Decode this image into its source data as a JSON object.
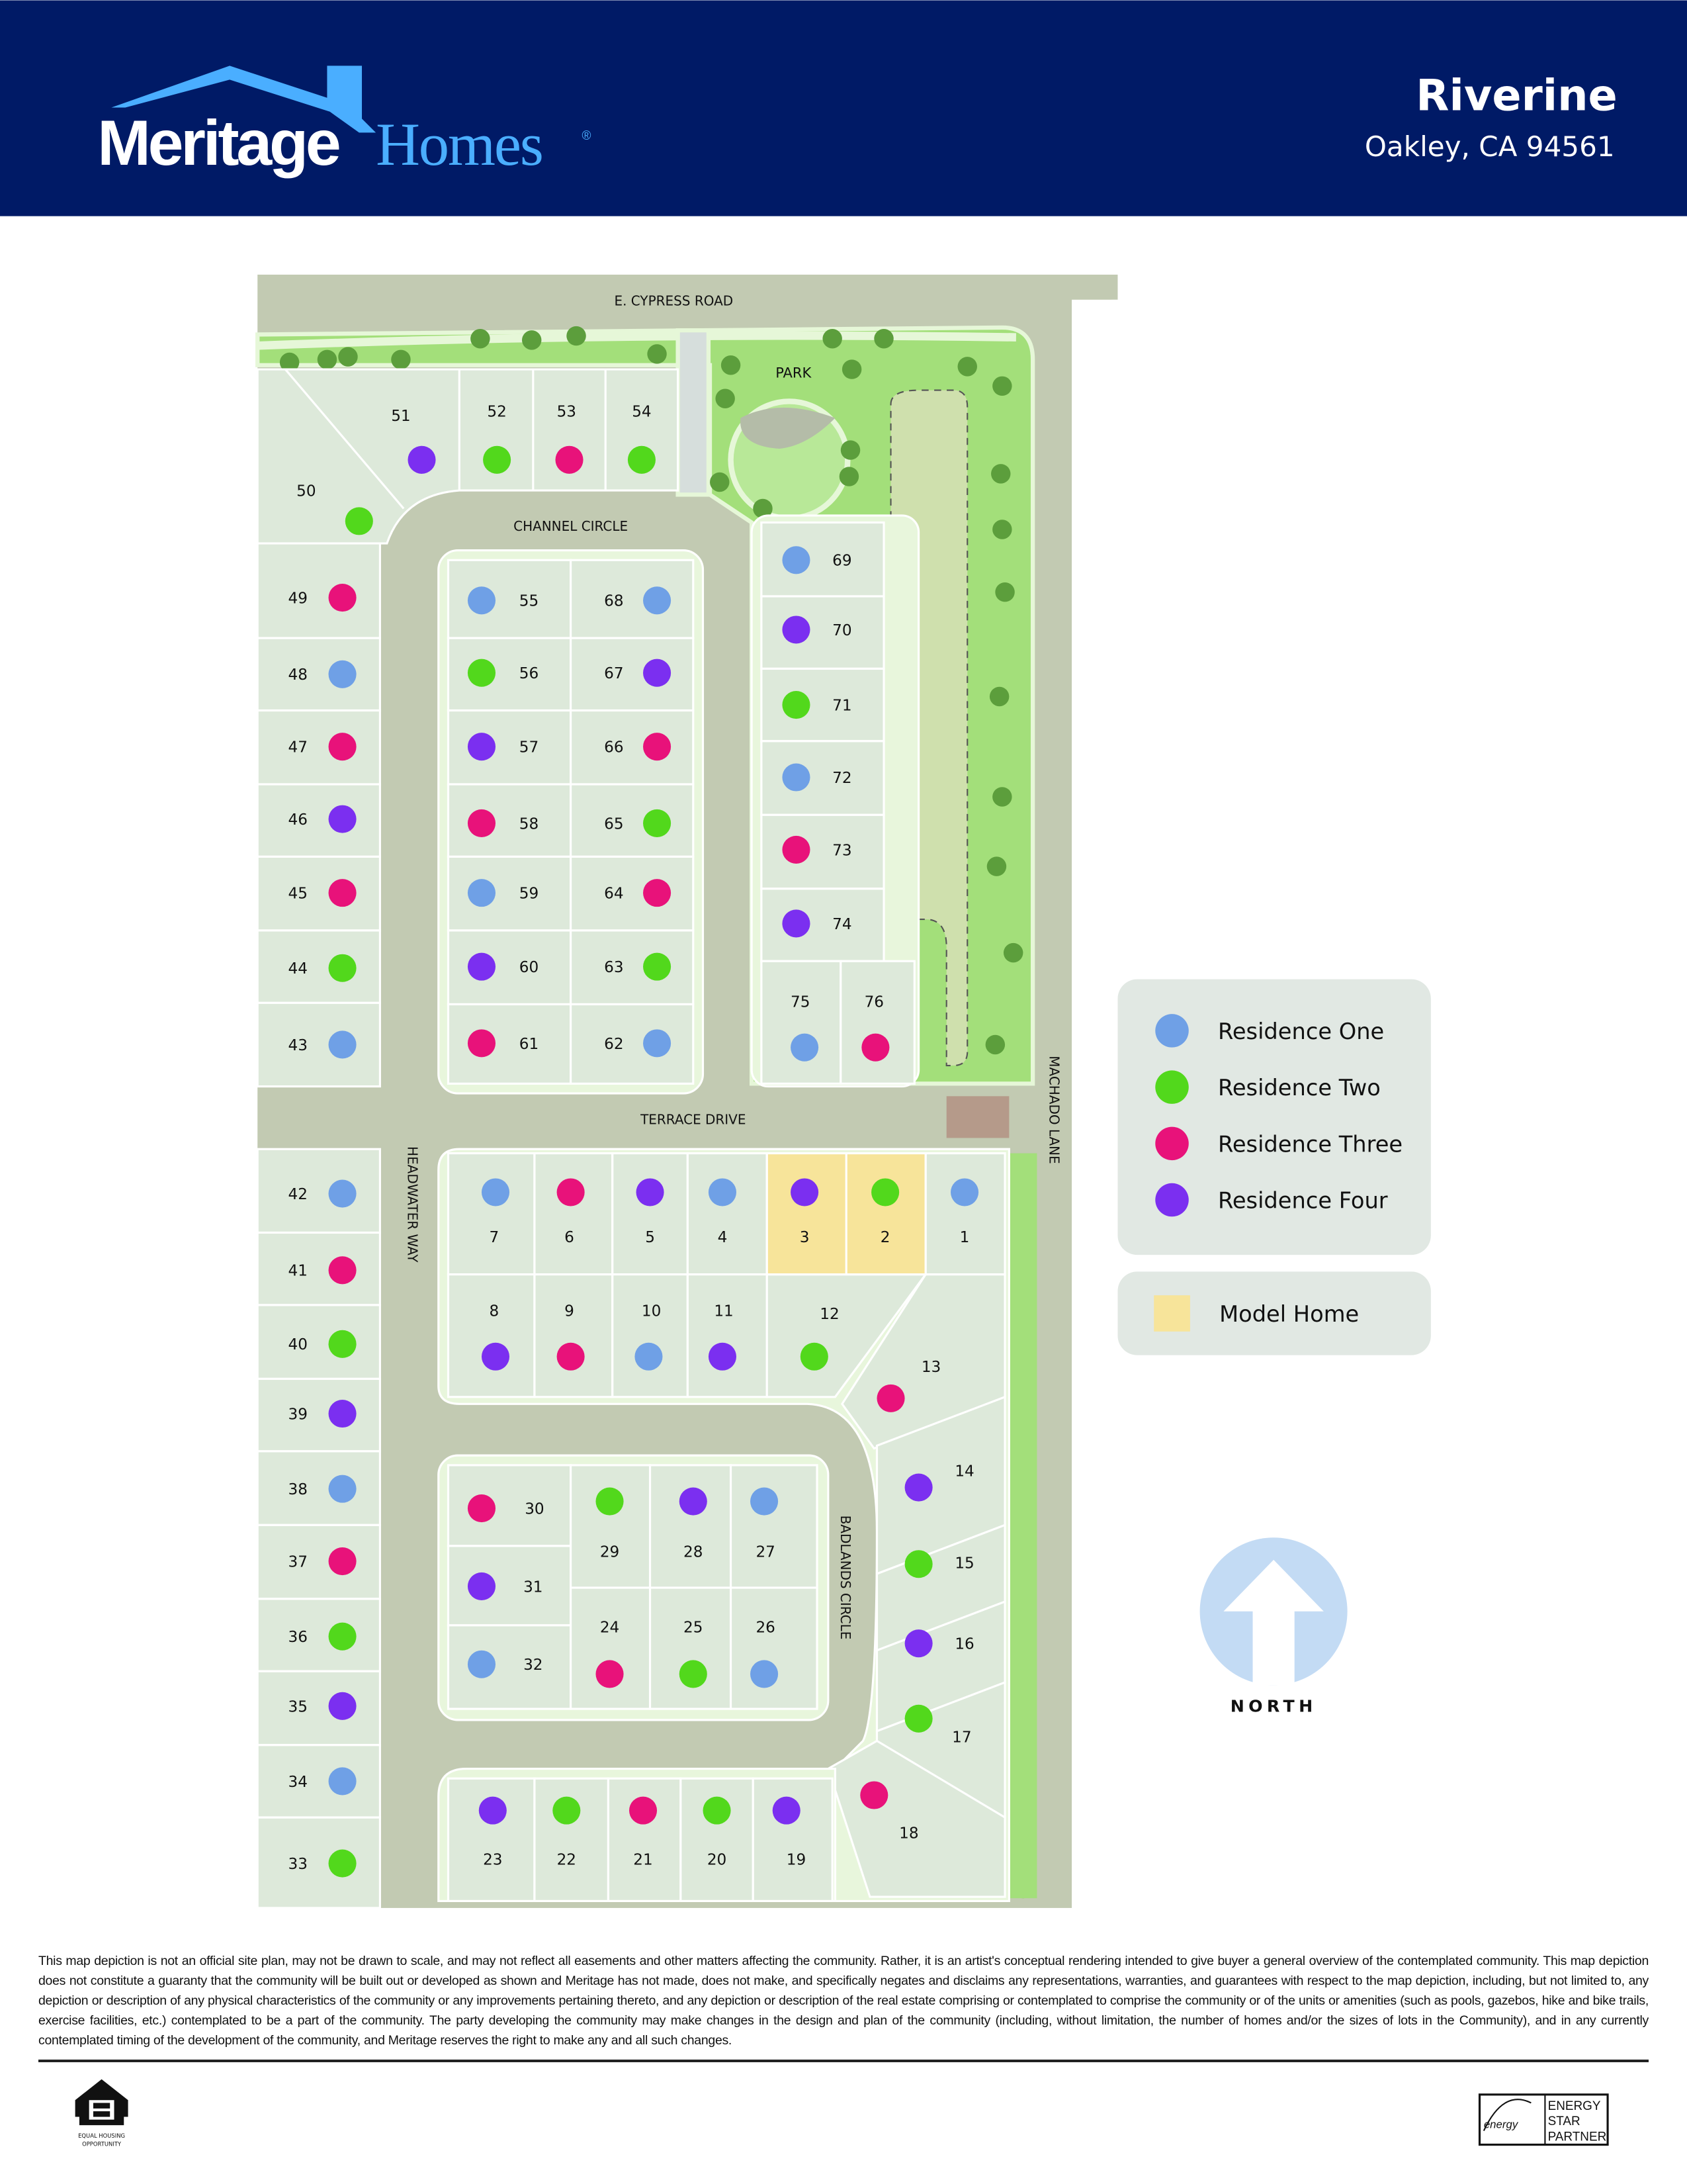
{
  "header": {
    "brand_word1": "Meritage",
    "brand_word2": "Homes",
    "registered_mark": "®",
    "community_name": "Riverine",
    "location": "Oakley, CA 94561"
  },
  "colors": {
    "header_bg": "#001a66",
    "brand_blue": "#4aaeff",
    "residence_one": "#6fa0e6",
    "residence_two": "#52d81c",
    "residence_three": "#e8127a",
    "residence_four": "#7b2ff0",
    "model_home": "#f7e49a",
    "road": "#c2cab2",
    "lot": "#dde9da",
    "park": "#a3df7a"
  },
  "streets": {
    "cypress": "E. CYPRESS ROAD",
    "channel": "CHANNEL CIRCLE",
    "terrace": "TERRACE DRIVE",
    "headwater": "HEADWATER WAY",
    "machado": "MACHADO LANE",
    "badlands": "BADLANDS CIRCLE",
    "park": "PARK"
  },
  "legend": {
    "items": [
      {
        "key": "one",
        "label": "Residence One"
      },
      {
        "key": "two",
        "label": "Residence Two"
      },
      {
        "key": "three",
        "label": "Residence Three"
      },
      {
        "key": "four",
        "label": "Residence Four"
      }
    ],
    "model_label": "Model Home"
  },
  "north_label": "NORTH",
  "lots": [
    {
      "n": "1",
      "type": "one"
    },
    {
      "n": "2",
      "type": "two",
      "model": true
    },
    {
      "n": "3",
      "type": "four",
      "model": true
    },
    {
      "n": "4",
      "type": "one"
    },
    {
      "n": "5",
      "type": "four"
    },
    {
      "n": "6",
      "type": "three"
    },
    {
      "n": "7",
      "type": "one"
    },
    {
      "n": "8",
      "type": "four"
    },
    {
      "n": "9",
      "type": "three"
    },
    {
      "n": "10",
      "type": "one"
    },
    {
      "n": "11",
      "type": "four"
    },
    {
      "n": "12",
      "type": "two"
    },
    {
      "n": "13",
      "type": "three"
    },
    {
      "n": "14",
      "type": "four"
    },
    {
      "n": "15",
      "type": "two"
    },
    {
      "n": "16",
      "type": "four"
    },
    {
      "n": "17",
      "type": "two"
    },
    {
      "n": "18",
      "type": "three"
    },
    {
      "n": "19",
      "type": "four"
    },
    {
      "n": "20",
      "type": "two"
    },
    {
      "n": "21",
      "type": "three"
    },
    {
      "n": "22",
      "type": "two"
    },
    {
      "n": "23",
      "type": "four"
    },
    {
      "n": "24",
      "type": "three"
    },
    {
      "n": "25",
      "type": "two"
    },
    {
      "n": "26",
      "type": "one"
    },
    {
      "n": "27",
      "type": "one"
    },
    {
      "n": "28",
      "type": "four"
    },
    {
      "n": "29",
      "type": "two"
    },
    {
      "n": "30",
      "type": "three"
    },
    {
      "n": "31",
      "type": "four"
    },
    {
      "n": "32",
      "type": "one"
    },
    {
      "n": "33",
      "type": "two"
    },
    {
      "n": "34",
      "type": "one"
    },
    {
      "n": "35",
      "type": "four"
    },
    {
      "n": "36",
      "type": "two"
    },
    {
      "n": "37",
      "type": "three"
    },
    {
      "n": "38",
      "type": "one"
    },
    {
      "n": "39",
      "type": "four"
    },
    {
      "n": "40",
      "type": "two"
    },
    {
      "n": "41",
      "type": "three"
    },
    {
      "n": "42",
      "type": "one"
    },
    {
      "n": "43",
      "type": "one"
    },
    {
      "n": "44",
      "type": "two"
    },
    {
      "n": "45",
      "type": "three"
    },
    {
      "n": "46",
      "type": "four"
    },
    {
      "n": "47",
      "type": "three"
    },
    {
      "n": "48",
      "type": "one"
    },
    {
      "n": "49",
      "type": "three"
    },
    {
      "n": "50",
      "type": "two"
    },
    {
      "n": "51",
      "type": "four"
    },
    {
      "n": "52",
      "type": "two"
    },
    {
      "n": "53",
      "type": "three"
    },
    {
      "n": "54",
      "type": "two"
    },
    {
      "n": "55",
      "type": "one"
    },
    {
      "n": "56",
      "type": "two"
    },
    {
      "n": "57",
      "type": "four"
    },
    {
      "n": "58",
      "type": "three"
    },
    {
      "n": "59",
      "type": "one"
    },
    {
      "n": "60",
      "type": "four"
    },
    {
      "n": "61",
      "type": "three"
    },
    {
      "n": "62",
      "type": "one"
    },
    {
      "n": "63",
      "type": "two"
    },
    {
      "n": "64",
      "type": "three"
    },
    {
      "n": "65",
      "type": "two"
    },
    {
      "n": "66",
      "type": "three"
    },
    {
      "n": "67",
      "type": "four"
    },
    {
      "n": "68",
      "type": "one"
    },
    {
      "n": "69",
      "type": "one"
    },
    {
      "n": "70",
      "type": "four"
    },
    {
      "n": "71",
      "type": "two"
    },
    {
      "n": "72",
      "type": "one"
    },
    {
      "n": "73",
      "type": "three"
    },
    {
      "n": "74",
      "type": "four"
    },
    {
      "n": "75",
      "type": "one"
    },
    {
      "n": "76",
      "type": "three"
    }
  ],
  "disclaimer": "This map depiction is not an official site plan, may not be drawn to scale, and may not reflect all easements and other matters affecting the community. Rather, it is an artist's conceptual rendering intended to give buyer a general overview of the contemplated community. This map depiction does not constitute a guaranty that the community will be built out or developed as shown and Meritage has not made, does not make, and specifically negates and disclaims any representations, warranties, and guarantees with respect to the map depiction, including, but not limited to, any depiction or description of any physical characteristics of the community or any improvements pertaining thereto, and any depiction or description of the real estate comprising or contemplated to comprise the community or of the units or amenities (such as pools, gazebos, hike and bike trails, exercise facilities, etc.) contemplated to be a part of the community. The party developing the community may make changes in the design and plan of the community (including, without limitation, the number of homes and/or the sizes of lots in the Community), and in any currently contemplated timing of the development of the community, and Meritage reserves the right to make any and all such changes.",
  "footer": {
    "eho_line1": "EQUAL HOUSING",
    "eho_line2": "OPPORTUNITY",
    "energy_script": "energy",
    "energy_1": "ENERGY",
    "energy_2": "STAR",
    "energy_3": "PARTNER"
  }
}
